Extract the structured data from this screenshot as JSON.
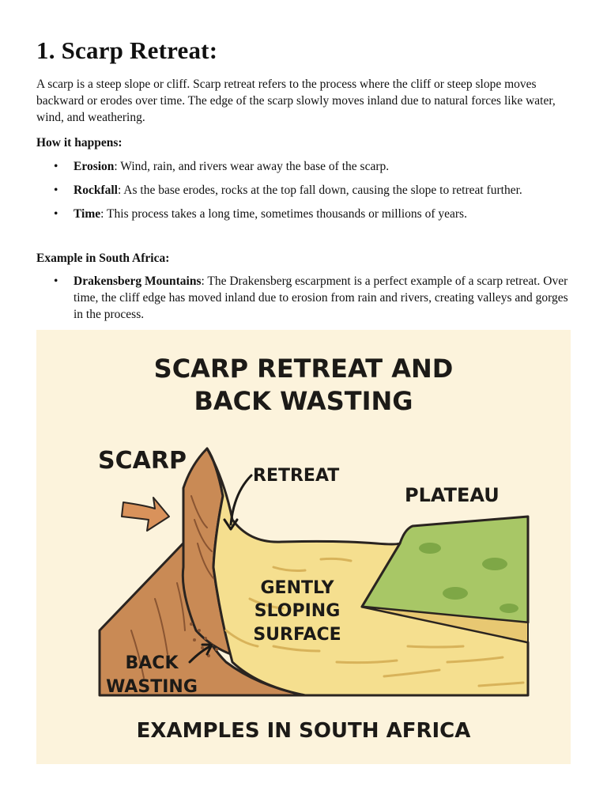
{
  "heading": "1. Scarp Retreat:",
  "intro": "A scarp is a steep slope or cliff. Scarp retreat refers to the process where the cliff or steep slope moves backward or erodes over time. The edge of the scarp slowly moves inland due to natural forces like water, wind, and weathering.",
  "how_heading": "How it happens:",
  "how_items": [
    {
      "term": "Erosion",
      "text": ": Wind, rain, and rivers wear away the base of the scarp."
    },
    {
      "term": "Rockfall",
      "text": ": As the base erodes, rocks at the top fall down, causing the slope to retreat further."
    },
    {
      "term": "Time",
      "text": ": This process takes a long time, sometimes thousands or millions of years."
    }
  ],
  "example_heading": "Example in South Africa:",
  "example_items": [
    {
      "term": "Drakensberg Mountains",
      "text": ": The Drakensberg escarpment is a perfect example of a scarp retreat. Over time, the cliff edge has moved inland due to erosion from rain and rivers, creating valleys and gorges in the process."
    }
  ],
  "bullet": "•",
  "diagram": {
    "title_line1": "SCARP RETREAT AND",
    "title_line2": "BACK WASTING",
    "label_scarp": "SCARP",
    "label_retreat": "RETREAT",
    "label_plateau": "PLATEAU",
    "label_gently": "GENTLY",
    "label_sloping": "SLOPING",
    "label_surface": "SURFACE",
    "label_back": "BACK",
    "label_wasting": "WASTING",
    "footer": "EXAMPLES IN SOUTH AFRICA",
    "colors": {
      "background": "#fcf3dc",
      "cliff_brown": "#c98a55",
      "slope_yellow": "#f5df8f",
      "plateau_green": "#a8c766",
      "arrow_orange": "#d9925b",
      "outline": "#2a2420"
    }
  }
}
